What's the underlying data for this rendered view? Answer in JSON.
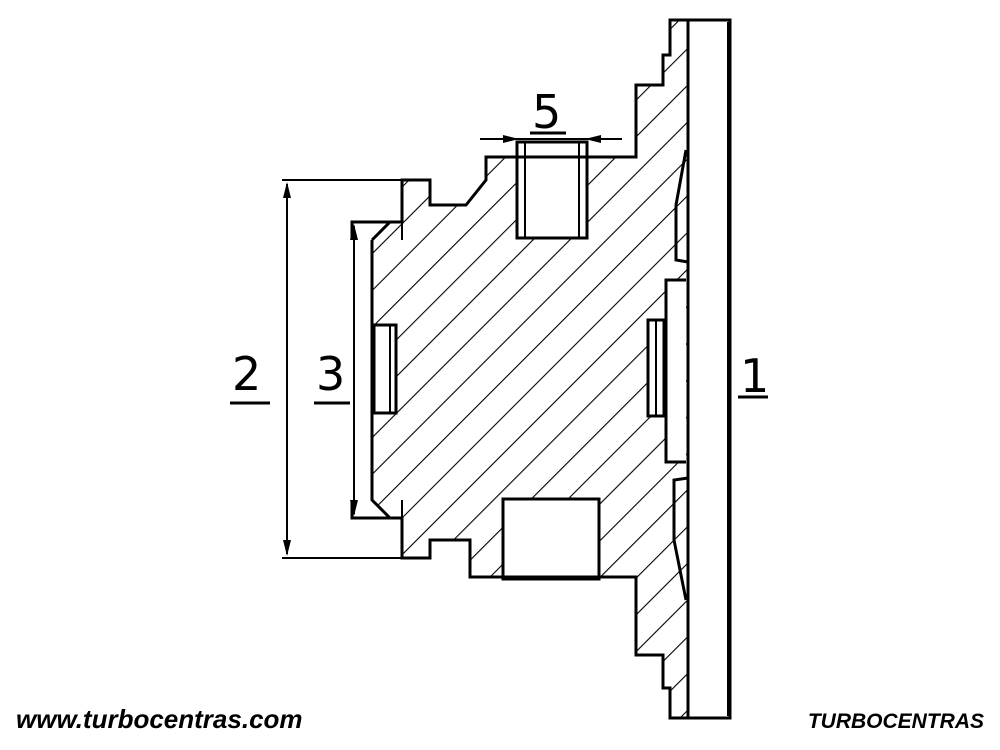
{
  "labels": {
    "part_1": "1",
    "part_2": "2",
    "part_3": "3",
    "part_5": "5"
  },
  "footer": {
    "website": "www.turbocentras.com",
    "brand": "TURBOCENTRAS"
  }
}
